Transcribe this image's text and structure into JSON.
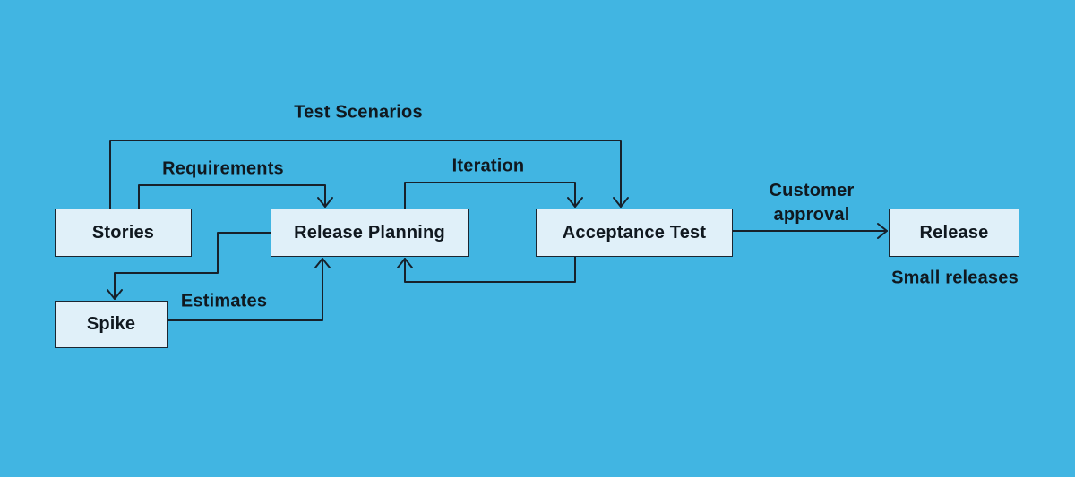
{
  "diagram": {
    "description": "Extreme Programming process flow diagram",
    "colors": {
      "background": "#41b5e2",
      "node_fill": "#e0f0f9",
      "node_border": "#1b2631",
      "line": "#17212b",
      "text": "#10181f"
    },
    "nodes": [
      {
        "id": "stories",
        "label": "Stories"
      },
      {
        "id": "release-planning",
        "label": "Release Planning"
      },
      {
        "id": "acceptance-test",
        "label": "Acceptance Test"
      },
      {
        "id": "release",
        "label": "Release",
        "caption": "Small releases"
      },
      {
        "id": "spike",
        "label": "Spike"
      }
    ],
    "edges": [
      {
        "from": "Stories",
        "to": "Acceptance Test",
        "label": "Test Scenarios"
      },
      {
        "from": "Stories",
        "to": "Release Planning",
        "label": "Requirements"
      },
      {
        "from": "Release Planning",
        "to": "Acceptance Test",
        "label": "Iteration"
      },
      {
        "from": "Acceptance Test",
        "to": "Release Planning",
        "label": ""
      },
      {
        "from": "Release Planning",
        "to": "Spike",
        "label": ""
      },
      {
        "from": "Spike",
        "to": "Release Planning",
        "label": "Estimates"
      },
      {
        "from": "Acceptance Test",
        "to": "Release",
        "label": "Customer approval"
      }
    ]
  }
}
